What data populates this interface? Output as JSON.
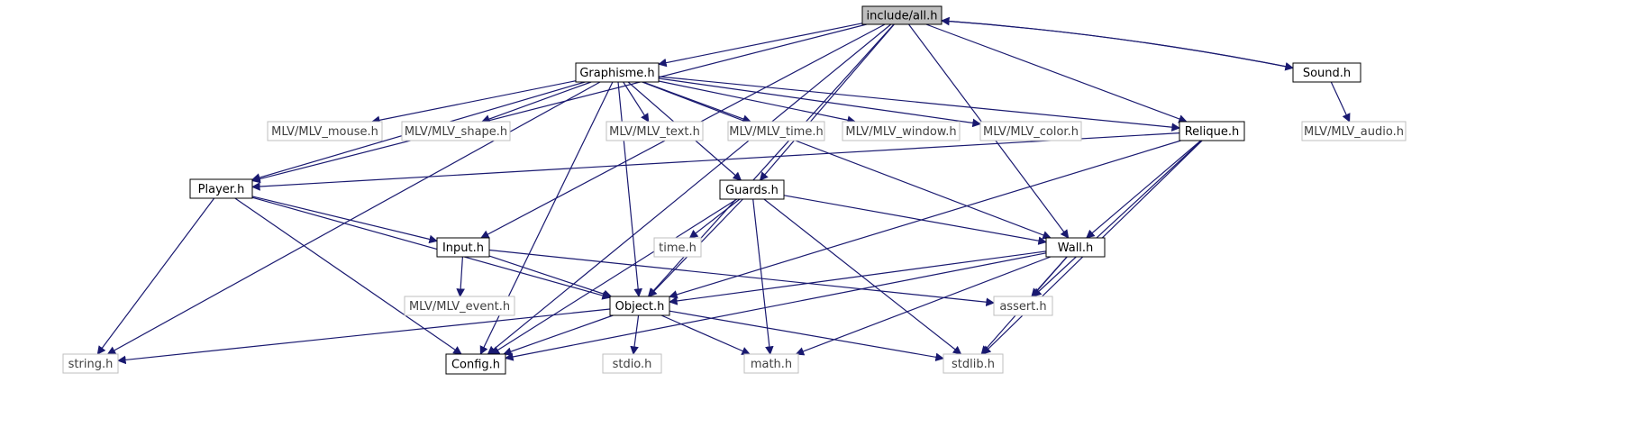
{
  "nodes": {
    "all": {
      "label": "include/all.h",
      "kind": "root"
    },
    "sound": {
      "label": "Sound.h",
      "kind": "local"
    },
    "graphisme": {
      "label": "Graphisme.h",
      "kind": "local"
    },
    "relique": {
      "label": "Relique.h",
      "kind": "local"
    },
    "player": {
      "label": "Player.h",
      "kind": "local"
    },
    "guards": {
      "label": "Guards.h",
      "kind": "local"
    },
    "input": {
      "label": "Input.h",
      "kind": "local"
    },
    "wall": {
      "label": "Wall.h",
      "kind": "local"
    },
    "object": {
      "label": "Object.h",
      "kind": "local"
    },
    "config": {
      "label": "Config.h",
      "kind": "local"
    },
    "mlv_audio": {
      "label": "MLV/MLV_audio.h",
      "kind": "system"
    },
    "mlv_mouse": {
      "label": "MLV/MLV_mouse.h",
      "kind": "system"
    },
    "mlv_shape": {
      "label": "MLV/MLV_shape.h",
      "kind": "system"
    },
    "mlv_text": {
      "label": "MLV/MLV_text.h",
      "kind": "system"
    },
    "mlv_time": {
      "label": "MLV/MLV_time.h",
      "kind": "system"
    },
    "mlv_window": {
      "label": "MLV/MLV_window.h",
      "kind": "system"
    },
    "mlv_color": {
      "label": "MLV/MLV_color.h",
      "kind": "system"
    },
    "time": {
      "label": "time.h",
      "kind": "system"
    },
    "mlv_event": {
      "label": "MLV/MLV_event.h",
      "kind": "system"
    },
    "assert": {
      "label": "assert.h",
      "kind": "system"
    },
    "string": {
      "label": "string.h",
      "kind": "system"
    },
    "stdio": {
      "label": "stdio.h",
      "kind": "system"
    },
    "math": {
      "label": "math.h",
      "kind": "system"
    },
    "stdlib": {
      "label": "stdlib.h",
      "kind": "system"
    }
  },
  "edges": [
    [
      "all",
      "graphisme"
    ],
    [
      "all",
      "sound"
    ],
    [
      "all",
      "relique"
    ],
    [
      "all",
      "player"
    ],
    [
      "all",
      "guards"
    ],
    [
      "all",
      "input"
    ],
    [
      "all",
      "wall"
    ],
    [
      "all",
      "object"
    ],
    [
      "all",
      "config"
    ],
    [
      "sound",
      "all"
    ],
    [
      "sound",
      "mlv_audio"
    ],
    [
      "graphisme",
      "mlv_mouse"
    ],
    [
      "graphisme",
      "mlv_shape"
    ],
    [
      "graphisme",
      "mlv_text"
    ],
    [
      "graphisme",
      "mlv_time"
    ],
    [
      "graphisme",
      "mlv_window"
    ],
    [
      "graphisme",
      "mlv_color"
    ],
    [
      "graphisme",
      "relique"
    ],
    [
      "graphisme",
      "player"
    ],
    [
      "graphisme",
      "guards"
    ],
    [
      "graphisme",
      "wall"
    ],
    [
      "graphisme",
      "object"
    ],
    [
      "graphisme",
      "string"
    ],
    [
      "graphisme",
      "config"
    ],
    [
      "relique",
      "player"
    ],
    [
      "relique",
      "wall"
    ],
    [
      "relique",
      "object"
    ],
    [
      "relique",
      "assert"
    ],
    [
      "relique",
      "stdlib"
    ],
    [
      "player",
      "input"
    ],
    [
      "player",
      "object"
    ],
    [
      "player",
      "string"
    ],
    [
      "player",
      "config"
    ],
    [
      "guards",
      "time"
    ],
    [
      "guards",
      "wall"
    ],
    [
      "guards",
      "object"
    ],
    [
      "guards",
      "math"
    ],
    [
      "guards",
      "stdlib"
    ],
    [
      "guards",
      "config"
    ],
    [
      "input",
      "mlv_event"
    ],
    [
      "input",
      "object"
    ],
    [
      "input",
      "assert"
    ],
    [
      "wall",
      "object"
    ],
    [
      "wall",
      "assert"
    ],
    [
      "wall",
      "math"
    ],
    [
      "wall",
      "stdlib"
    ],
    [
      "wall",
      "config"
    ],
    [
      "object",
      "string"
    ],
    [
      "object",
      "stdio"
    ],
    [
      "object",
      "math"
    ],
    [
      "object",
      "stdlib"
    ],
    [
      "object",
      "config"
    ]
  ],
  "colors": {
    "edge": "#191970",
    "root_fill": "#bfbfbf",
    "local_stroke": "#000000",
    "system_stroke": "#bfbfbf",
    "system_text": "#3f3f3f"
  }
}
